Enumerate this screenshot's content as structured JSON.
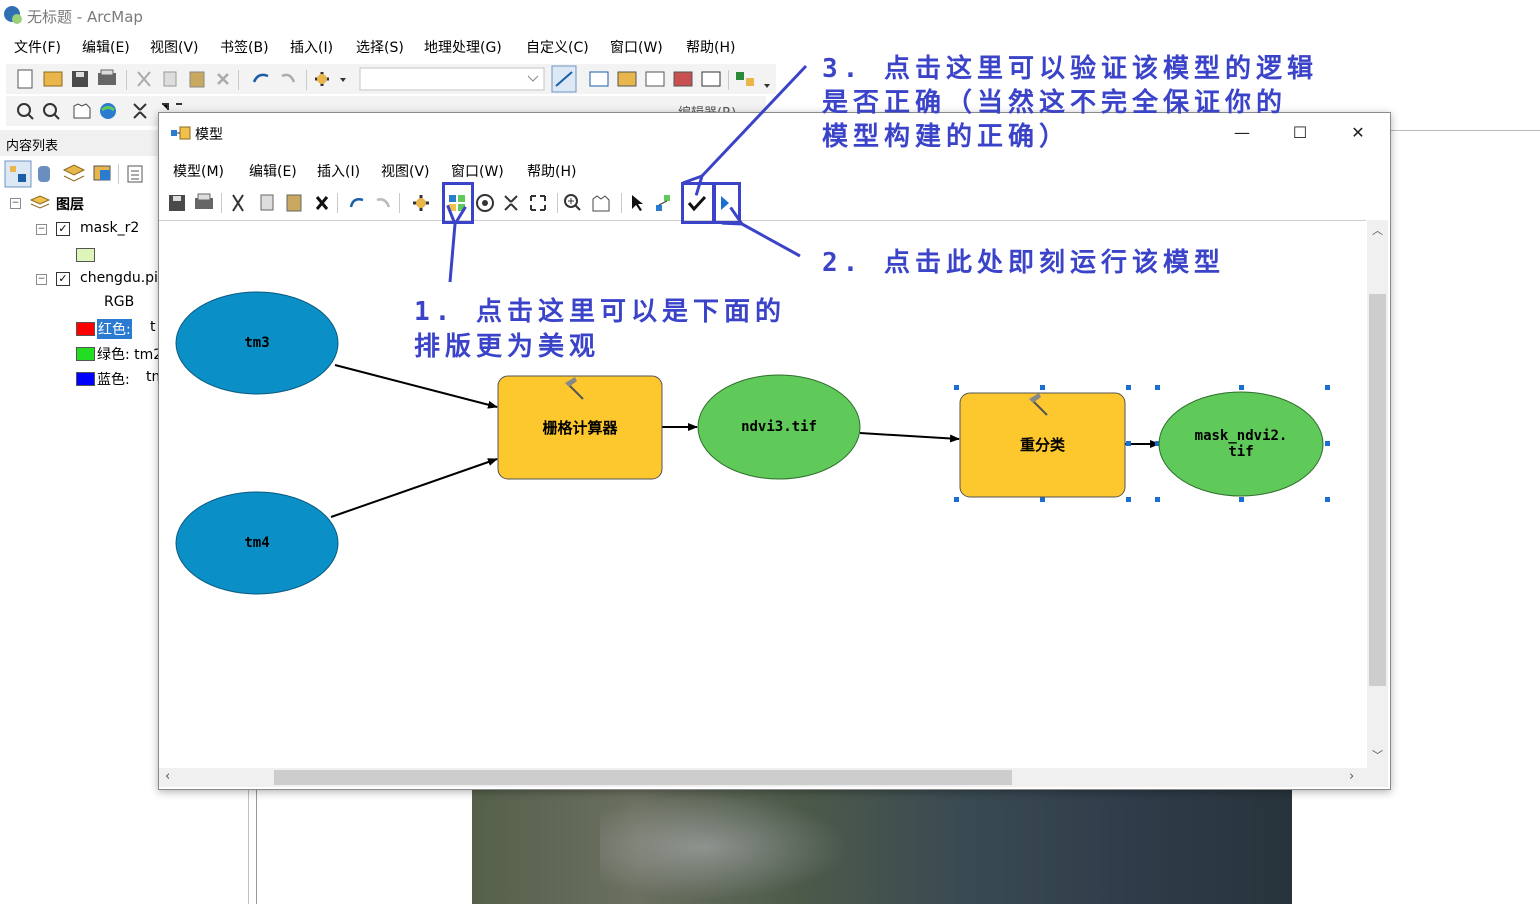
{
  "app": {
    "title": "无标题 - ArcMap"
  },
  "main_menu": [
    "文件(F)",
    "编辑(E)",
    "视图(V)",
    "书签(B)",
    "插入(I)",
    "选择(S)",
    "地理处理(G)",
    "自定义(C)",
    "窗口(W)",
    "帮助(H)"
  ],
  "editor_label": "编辑器(R)",
  "toc": {
    "title": "内容列表",
    "layers_group": "图层",
    "layer1": "mask_r2",
    "layer2": "chengdu.pi",
    "rgb": "RGB",
    "red": "红色:",
    "red_suffix": "t",
    "green": "绿色: tm2",
    "blue": "蓝色:",
    "blue_suffix": "tm",
    "colors": {
      "red": "#ff0000",
      "green": "#22dd22",
      "blue": "#0000ff",
      "mask": "#ddf5b8"
    }
  },
  "model_window": {
    "title": "模型",
    "menu": [
      "模型(M)",
      "编辑(E)",
      "插入(I)",
      "视图(V)",
      "窗口(W)",
      "帮助(H)"
    ],
    "controls": {
      "minimize": "—",
      "maximize": "☐",
      "close": "✕"
    },
    "nodes": {
      "tm3": "tm3",
      "tm4": "tm4",
      "raster_calc": "栅格计算器",
      "ndvi3": "ndvi3.tif",
      "reclass": "重分类",
      "mask_line1": "mask_ndvi2.",
      "mask_line2": "tif"
    },
    "colors": {
      "input": "#0b8fc7",
      "tool": "#fdc82d",
      "output": "#5fc95a"
    }
  },
  "annotations": {
    "a1_line1": "1. 点击这里可以是下面的",
    "a1_line2": "排版更为美观",
    "a2": "2. 点击此处即刻运行该模型",
    "a3_line1": "3. 点击这里可以验证该模型的逻辑",
    "a3_line2": "是否正确（当然这不完全保证你的",
    "a3_line3": "模型构建的正确）",
    "color": "#3b44c9"
  }
}
